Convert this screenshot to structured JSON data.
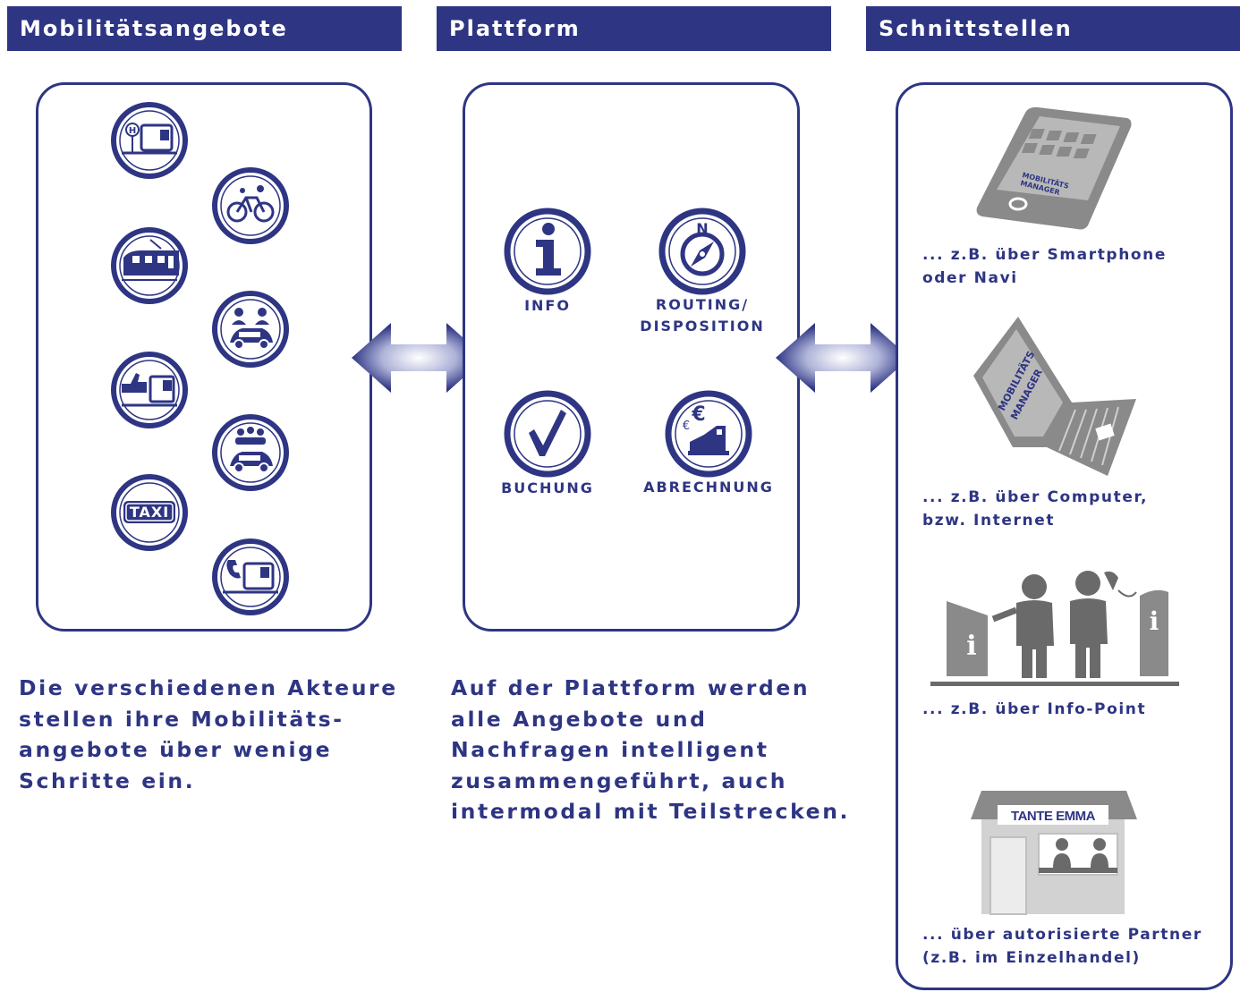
{
  "headers": {
    "mobility": "Mobilitätsangebote",
    "platform": "Plattform",
    "interfaces": "Schnittstellen"
  },
  "mobility_icons": [
    "bus-stop-icon",
    "bicycle-icon",
    "train-icon",
    "ride-share-icon",
    "thumb-bus-icon",
    "carpool-icon",
    "taxi-icon",
    "call-bus-icon"
  ],
  "taxi_label": "TAXI",
  "platform_items": {
    "info": "INFO",
    "routing_line1": "ROUTING/",
    "routing_line2": "DISPOSITION",
    "booking": "BUCHUNG",
    "billing": "ABRECHNUNG"
  },
  "descriptions": {
    "mobility": [
      "Die verschiedenen Akteure",
      "stellen ihre Mobilitäts-",
      "angebote über wenige",
      "Schritte ein."
    ],
    "platform": [
      "Auf der Plattform werden",
      "alle Angebote und",
      "Nachfragen intelligent",
      "zusammengeführt, auch",
      "intermodal mit Teilstrecken."
    ]
  },
  "interfaces": {
    "smartphone_line1": "... z.B. über Smartphone",
    "smartphone_line2": "oder Navi",
    "computer_line1": "... z.B. über Computer,",
    "computer_line2": "bzw. Internet",
    "infopoint": "... z.B. über Info-Point",
    "partner_line1": "... über autorisierte Partner",
    "partner_line2": "(z.B. im Einzelhandel)",
    "phone_screen_line1": "MOBILITÄTS",
    "phone_screen_line2": "MANAGER",
    "laptop_screen_line1": "MOBILITÄTS",
    "laptop_screen_line2": "MANAGER",
    "shop_sign": "TANTE EMMA",
    "info_sign": "i"
  },
  "colors": {
    "brand": "#2e3583",
    "gray_device": "#8a8a8a",
    "white": "#ffffff"
  }
}
